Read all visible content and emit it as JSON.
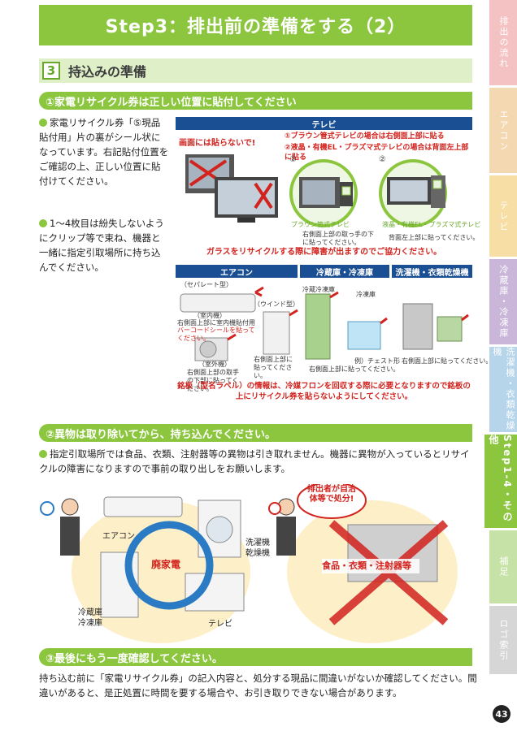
{
  "page_title": "Step3：排出前の準備をする（2）",
  "side_tabs": [
    {
      "label": "排出の流れ",
      "color": "#f4c2c2"
    },
    {
      "label": "エアコン",
      "color": "#f3d8b1"
    },
    {
      "label": "テレビ",
      "color": "#f7dea4"
    },
    {
      "label": "冷蔵庫・冷凍庫",
      "color": "#c9b6d9"
    },
    {
      "label": "洗濯機・衣類乾燥機",
      "color": "#b6d4ea"
    },
    {
      "label": "Step1-4・その他",
      "color": "#8cc63f"
    },
    {
      "label": "補足",
      "color": "#c6e2a6"
    },
    {
      "label": "ロゴ索引",
      "color": "#d6d6d6"
    }
  ],
  "section": {
    "number": "3",
    "title": "持込みの準備"
  },
  "sub1": {
    "heading": "①家電リサイクル券は正しい位置に貼付してください",
    "para1": "家電リサイクル券「⑤現品貼付用」片の裏がシール状になっています。右記貼付位置をご確認の上、正しい位置に貼付けてください。",
    "para2": "1～4枚目は紛失しないようにクリップ等で束ね、機器と一緒に指定引取場所に持ち込んでください。"
  },
  "tv_panel": {
    "head": "テレビ",
    "no_paste": "画面には貼らないで!",
    "rule1": "①ブラウン管式テレビの場合は右側面上部に貼る",
    "rule2": "②液晶・有機EL・プラズマ式テレビの場合は背面左上部に貼る",
    "marker1": "①",
    "marker2": "②",
    "label_crt": "ブラウン管式テレビ",
    "label_lcd": "液晶・有機EL・プラズマ式テレビ",
    "note_crt": "右側面上部の取っ手の下に貼ってください。",
    "note_lcd": "背面左上部に貼ってください。",
    "glass_warning": "ガラスをリサイクルする際に障害が出ますのでご協力ください。"
  },
  "aircon_panel": {
    "head": "エアコン",
    "separate_type": "（セパレート型）",
    "indoor_unit": "（室内機）",
    "indoor_note": "右側面上部に室内機貼付用",
    "indoor_barcode": "バーコードシールを貼ってください。",
    "window_type": "（ウインド型）",
    "window_note": "右側面上部に貼ってください。",
    "outdoor_unit": "（室外機）",
    "outdoor_note": "右側面上部の取手の下部に貼ってください。"
  },
  "fridge_panel": {
    "head": "冷蔵庫・冷凍庫",
    "fridge_label": "冷蔵冷凍庫",
    "freezer_label": "冷凍庫",
    "chest_label": "例）チェスト形",
    "note": "右側面上部に貼ってください。"
  },
  "washer_panel": {
    "head": "洗濯機・衣類乾燥機",
    "note": "右側面上部に貼ってください。"
  },
  "rating_warning": "銘板（型名ラベル）の情報は、冷媒フロンを回収する際に必要となりますので銘板の上にリサイクル券を貼らないようにしてください。",
  "sub2": {
    "heading": "②異物は取り除いてから、持ち込んでください。",
    "text": "指定引取場所では食品、衣類、注射器等の異物は引き取れません。機器に異物が入っているとリサイクルの障害になりますので事前の取り出しをお願いします。"
  },
  "illustration": {
    "aircon": "エアコン",
    "haikaden": "廃家電",
    "fridge": "冷蔵庫\n冷凍庫",
    "washer": "洗濯機\n乾燥機",
    "tv": "テレビ",
    "bubble": "排出者が自治体等で処分!",
    "foreign": "食品・衣類・注射器等",
    "mark": "〇"
  },
  "sub3": {
    "heading": "③最後にもう一度確認してください。",
    "text": "持ち込む前に「家電リサイクル券」の記入内容と、処分する現品に間違いがないか確認してください。間違いがあると、是正処置に時間を要する場合や、お引き取りできない場合があります。"
  },
  "page_number": "43",
  "colors": {
    "green": "#8cc63f",
    "navy": "#1a4f94",
    "red": "#d2231e",
    "light_green": "#dff0c9"
  }
}
